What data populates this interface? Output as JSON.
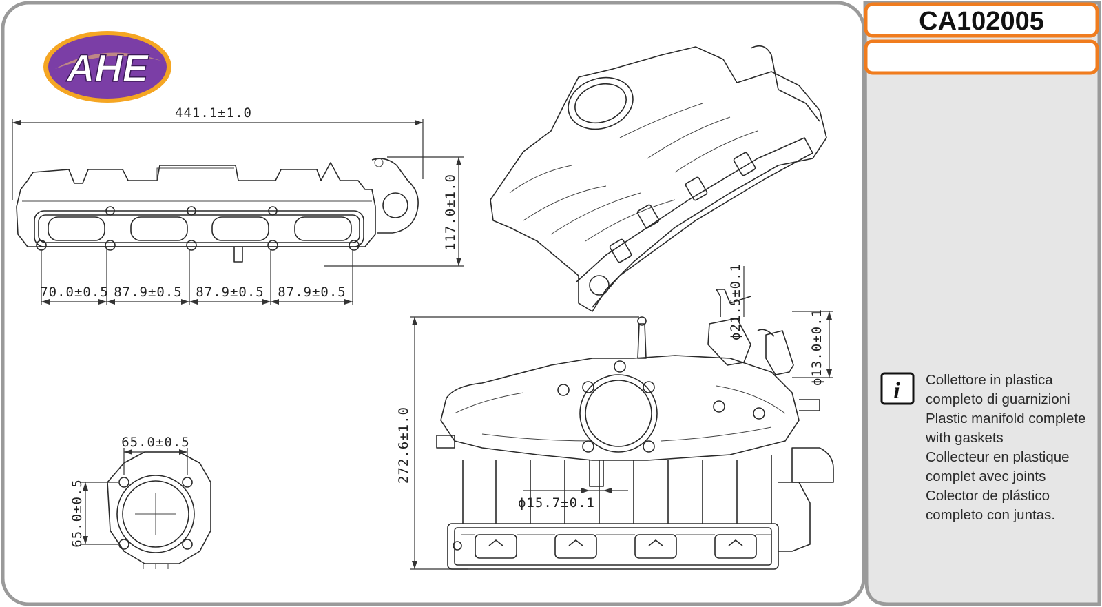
{
  "brand": {
    "logo_text": "AHE",
    "logo_fill": "#7b3ea6",
    "logo_accent": "#f5a623"
  },
  "code_box": {
    "part_number": "CA102005",
    "second_line": "",
    "border_color": "#f07c1e"
  },
  "dimensions": {
    "total_length": "441.1±1.0",
    "height": "117.0±1.0",
    "spacing_1": "70.0±0.5",
    "spacing_2": "87.9±0.5",
    "spacing_3": "87.9±0.5",
    "spacing_4": "87.9±0.5",
    "flange_width": "65.0±0.5",
    "flange_height": "65.0±0.5",
    "overall_height": "272.6±1.0",
    "pipe_diameter_1": "ϕ15.7±0.1",
    "pipe_diameter_2": "ϕ21.5±0.1",
    "pipe_diameter_3": "ϕ13.0±0.1"
  },
  "description": {
    "icon": "info-icon",
    "lines": [
      "Collettore in plastica",
      "completo di guarnizioni",
      "Plastic manifold complete",
      "with gaskets",
      "Collecteur en plastique",
      "complet avec joints",
      "Colector de plástico",
      "completo con juntas."
    ]
  }
}
